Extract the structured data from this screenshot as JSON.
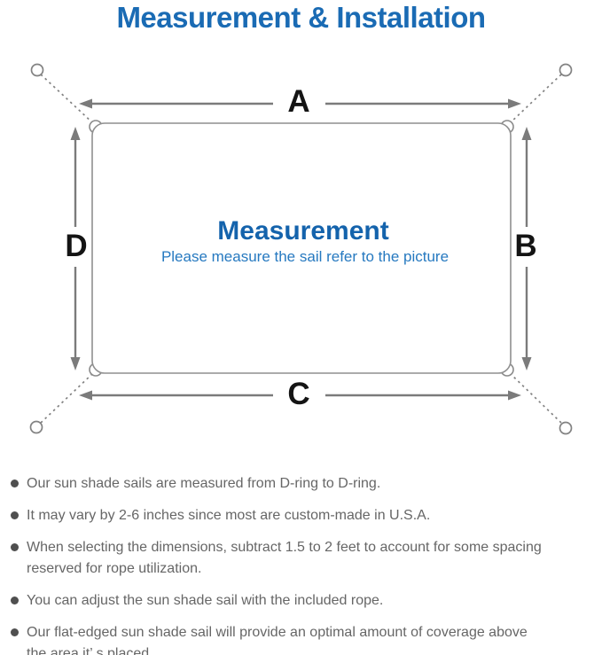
{
  "title": "Measurement & Installation",
  "diagram": {
    "label_top": "A",
    "label_right": "B",
    "label_bottom": "C",
    "label_left": "D",
    "center_title": "Measurement",
    "center_subtitle": "Please measure the sail refer to the picture"
  },
  "notes": [
    "Our sun shade sails are measured from D-ring to D-ring.",
    "It may vary by 2-6 inches since most are custom-made in U.S.A.",
    "When selecting the dimensions, subtract 1.5 to 2 feet to account for some spacing\nreserved for rope utilization.",
    "You can adjust the sun shade sail with the included rope.",
    "Our flat-edged sun shade sail will provide an optimal amount of coverage above\nthe area it’ s placed."
  ],
  "colors": {
    "title_blue": "#1a6bb4",
    "center_title_blue": "#1463ac",
    "center_subtitle_blue": "#2679c0",
    "diagram_line_gray": "#7b7b7b",
    "dimension_label_black": "#141414",
    "note_text_gray": "#666666"
  }
}
